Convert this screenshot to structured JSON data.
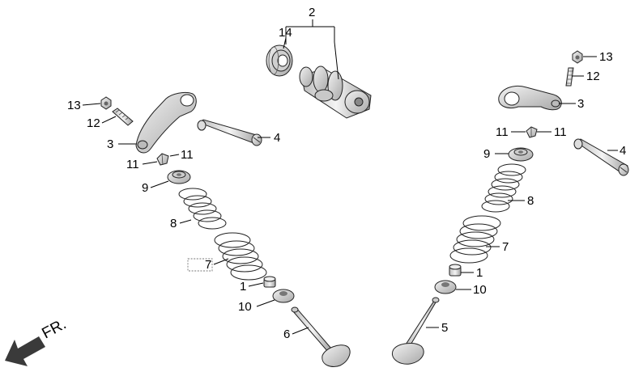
{
  "direction_label": "FR.",
  "callouts": {
    "n1": "1",
    "n2": "2",
    "n3": "3",
    "n4": "4",
    "n5": "5",
    "n6": "6",
    "n7": "7",
    "n8": "8",
    "n9": "9",
    "n10": "10",
    "n11": "11",
    "n12": "12",
    "n13": "13",
    "n14": "14"
  },
  "colors": {
    "part_fill": "#d9d9d9",
    "part_dark": "#9a9a9a",
    "line": "#000000"
  }
}
